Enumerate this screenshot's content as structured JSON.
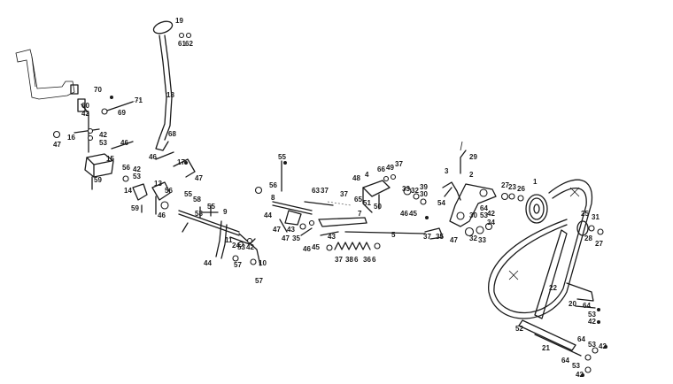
{
  "labels": [
    {
      "t": "19"
    },
    {
      "t": "61"
    },
    {
      "t": "62"
    },
    {
      "t": "18"
    },
    {
      "t": "70"
    },
    {
      "t": "71"
    },
    {
      "t": "60"
    },
    {
      "t": "42"
    },
    {
      "t": "69"
    },
    {
      "t": "16"
    },
    {
      "t": "42"
    },
    {
      "t": "53"
    },
    {
      "t": "47"
    },
    {
      "t": "46"
    },
    {
      "t": "68"
    },
    {
      "t": "15"
    },
    {
      "t": "56"
    },
    {
      "t": "42"
    },
    {
      "t": "53"
    },
    {
      "t": "46"
    },
    {
      "t": "17"
    },
    {
      "t": "47"
    },
    {
      "t": "59"
    },
    {
      "t": "14"
    },
    {
      "t": "13"
    },
    {
      "t": "59"
    },
    {
      "t": "46"
    },
    {
      "t": "56"
    },
    {
      "t": "55"
    },
    {
      "t": "58"
    },
    {
      "t": "55"
    },
    {
      "t": "58"
    },
    {
      "t": "9"
    },
    {
      "t": "11"
    },
    {
      "t": "24"
    },
    {
      "t": "53"
    },
    {
      "t": "42"
    },
    {
      "t": "44"
    },
    {
      "t": "57"
    },
    {
      "t": "10"
    },
    {
      "t": "57"
    },
    {
      "t": "55"
    },
    {
      "t": "56"
    },
    {
      "t": "8"
    },
    {
      "t": "44"
    },
    {
      "t": "63"
    },
    {
      "t": "37"
    },
    {
      "t": "37"
    },
    {
      "t": "47"
    },
    {
      "t": "43"
    },
    {
      "t": "47"
    },
    {
      "t": "35"
    },
    {
      "t": "46"
    },
    {
      "t": "45"
    },
    {
      "t": "43"
    },
    {
      "t": "7"
    },
    {
      "t": "37"
    },
    {
      "t": "38"
    },
    {
      "t": "6"
    },
    {
      "t": "36"
    },
    {
      "t": "6"
    },
    {
      "t": "48"
    },
    {
      "t": "4"
    },
    {
      "t": "66"
    },
    {
      "t": "49"
    },
    {
      "t": "37"
    },
    {
      "t": "65"
    },
    {
      "t": "51"
    },
    {
      "t": "50"
    },
    {
      "t": "33"
    },
    {
      "t": "32"
    },
    {
      "t": "30"
    },
    {
      "t": "39"
    },
    {
      "t": "3"
    },
    {
      "t": "29"
    },
    {
      "t": "2"
    },
    {
      "t": "46"
    },
    {
      "t": "45"
    },
    {
      "t": "5"
    },
    {
      "t": "37"
    },
    {
      "t": "35"
    },
    {
      "t": "54"
    },
    {
      "t": "47"
    },
    {
      "t": "30"
    },
    {
      "t": "34"
    },
    {
      "t": "32"
    },
    {
      "t": "33"
    },
    {
      "t": "64"
    },
    {
      "t": "53"
    },
    {
      "t": "42"
    },
    {
      "t": "27"
    },
    {
      "t": "23"
    },
    {
      "t": "26"
    },
    {
      "t": "1"
    },
    {
      "t": "25"
    },
    {
      "t": "31"
    },
    {
      "t": "28"
    },
    {
      "t": "27"
    },
    {
      "t": "22"
    },
    {
      "t": "20"
    },
    {
      "t": "64"
    },
    {
      "t": "53"
    },
    {
      "t": "42"
    },
    {
      "t": "52"
    },
    {
      "t": "21"
    },
    {
      "t": "64"
    },
    {
      "t": "53"
    },
    {
      "t": "42"
    },
    {
      "t": "64"
    },
    {
      "t": "53"
    },
    {
      "t": "42"
    }
  ]
}
